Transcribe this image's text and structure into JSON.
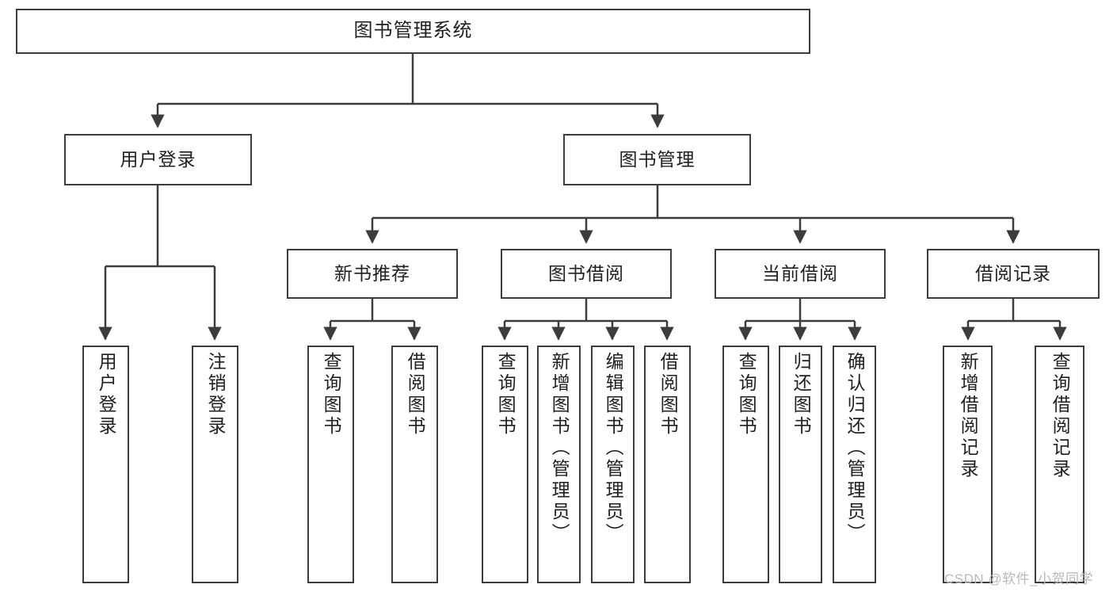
{
  "diagram": {
    "title": "图书管理系统",
    "type": "tree",
    "line_color": "#3c3c3c",
    "text_color": "#1f1f1f",
    "background": "#ffffff",
    "levels": {
      "root": {
        "label": "图书管理系统"
      },
      "level2": [
        {
          "label": "用户登录"
        },
        {
          "label": "图书管理"
        }
      ],
      "level3": [
        {
          "label": "新书推荐"
        },
        {
          "label": "图书借阅"
        },
        {
          "label": "当前借阅"
        },
        {
          "label": "借阅记录"
        }
      ],
      "leaves": {
        "user_login": [
          {
            "label": "用户登录"
          },
          {
            "label": "注销登录"
          }
        ],
        "new_book_recommend": [
          {
            "label": "查询图书"
          },
          {
            "label": "借阅图书"
          }
        ],
        "book_borrow": [
          {
            "label": "查询图书"
          },
          {
            "label": "新增图书（管理员）"
          },
          {
            "label": "编辑图书（管理员）"
          },
          {
            "label": "借阅图书"
          }
        ],
        "current_borrow": [
          {
            "label": "查询图书"
          },
          {
            "label": "归还图书"
          },
          {
            "label": "确认归还（管理员）"
          }
        ],
        "borrow_record": [
          {
            "label": "新增借阅记录"
          },
          {
            "label": "查询借阅记录"
          }
        ]
      }
    }
  },
  "watermark": {
    "text": "CSDN @软件_小贺同学"
  }
}
